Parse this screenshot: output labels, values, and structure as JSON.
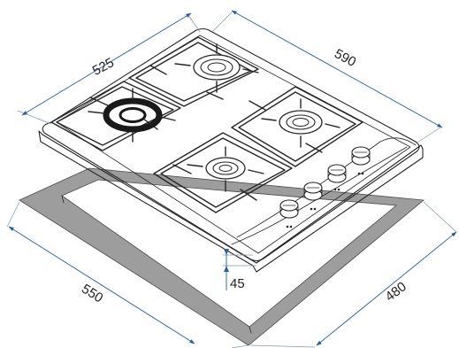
{
  "dimensions": {
    "top_width": "525",
    "top_depth": "590",
    "height": "45",
    "cutout_width": "550",
    "cutout_depth": "480"
  },
  "colors": {
    "dimension_line": "#2a5f9e",
    "cutout_fill": "#9d9d9d",
    "outline": "#262626",
    "highlighted_burner": "#1a1a1a"
  }
}
